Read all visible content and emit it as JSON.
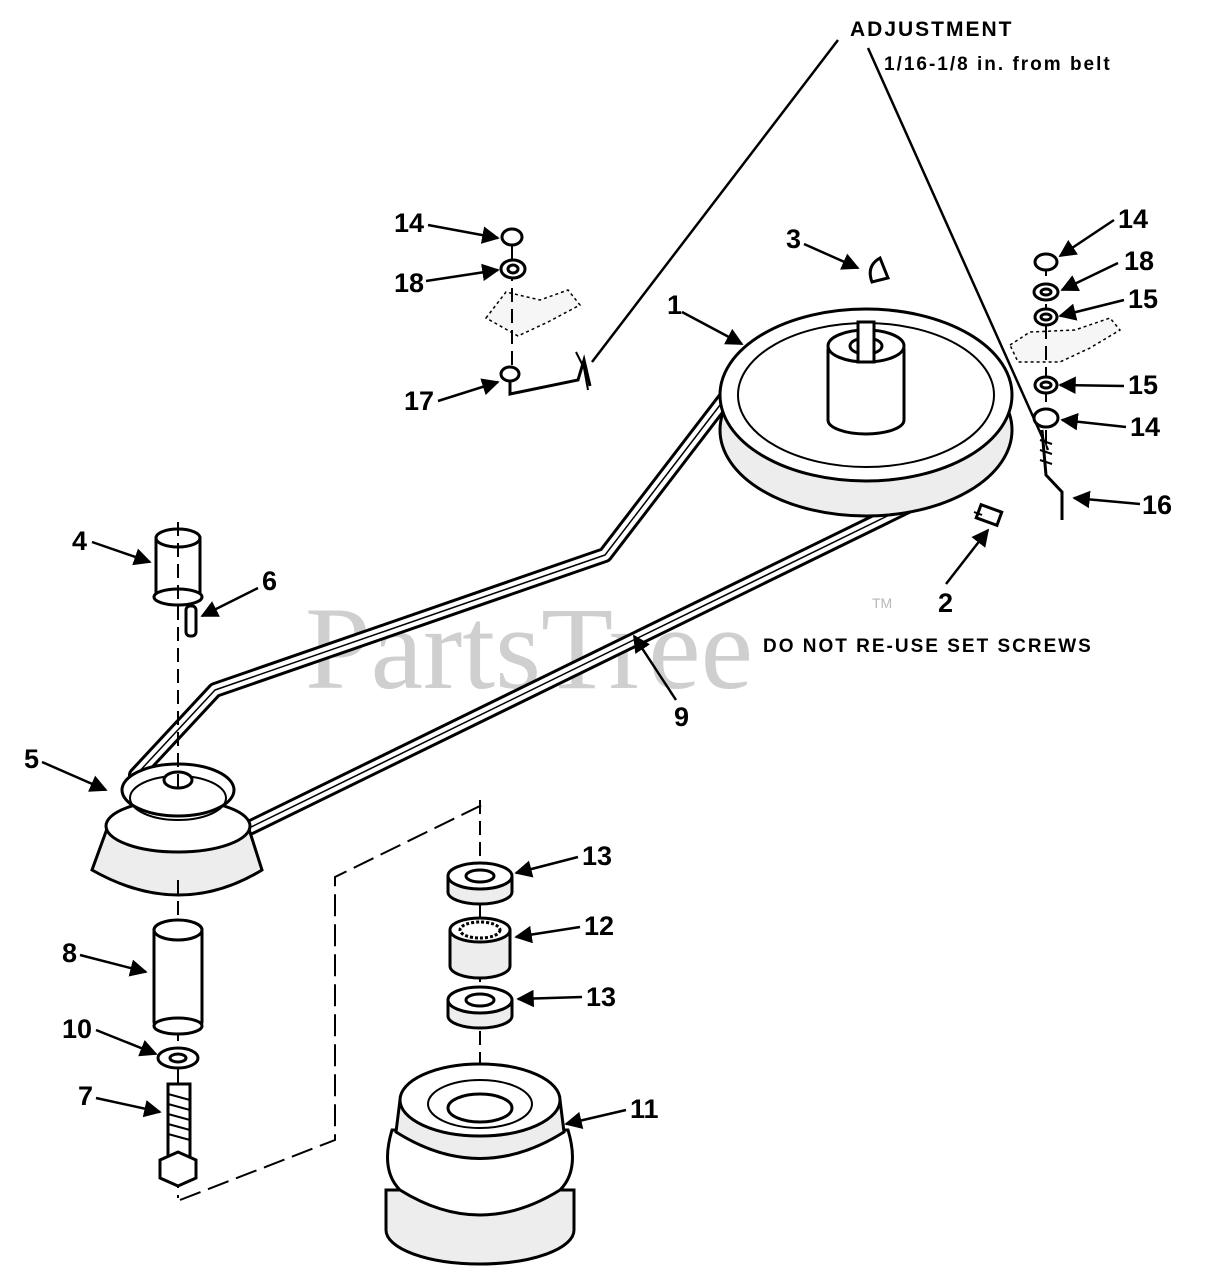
{
  "notes": {
    "adjustment_title": "ADJUSTMENT",
    "adjustment_detail": "1/16-1/8 in. from belt",
    "set_screw_warning": "DO NOT RE-USE SET SCREWS"
  },
  "watermark": {
    "brand": "PartsTree",
    "trademark": "TM"
  },
  "callouts": [
    {
      "id": "1",
      "label": "1"
    },
    {
      "id": "2",
      "label": "2"
    },
    {
      "id": "3",
      "label": "3"
    },
    {
      "id": "4",
      "label": "4"
    },
    {
      "id": "5",
      "label": "5"
    },
    {
      "id": "6",
      "label": "6"
    },
    {
      "id": "7",
      "label": "7"
    },
    {
      "id": "8",
      "label": "8"
    },
    {
      "id": "9",
      "label": "9"
    },
    {
      "id": "10",
      "label": "10"
    },
    {
      "id": "11",
      "label": "11"
    },
    {
      "id": "12a",
      "label": "12"
    },
    {
      "id": "13a",
      "label": "13"
    },
    {
      "id": "13b",
      "label": "13"
    },
    {
      "id": "14a",
      "label": "14"
    },
    {
      "id": "14b",
      "label": "14"
    },
    {
      "id": "14c",
      "label": "14"
    },
    {
      "id": "15a",
      "label": "15"
    },
    {
      "id": "15b",
      "label": "15"
    },
    {
      "id": "16",
      "label": "16"
    },
    {
      "id": "17",
      "label": "17"
    },
    {
      "id": "18a",
      "label": "18"
    },
    {
      "id": "18b",
      "label": "18"
    }
  ]
}
